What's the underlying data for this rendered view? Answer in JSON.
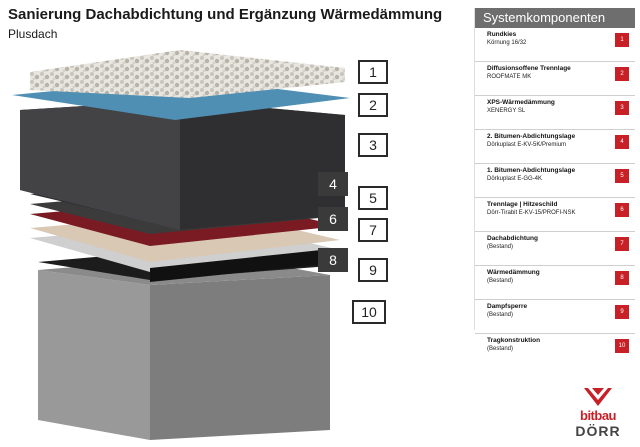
{
  "header": {
    "title": "Sanierung Dachabdichtung und Ergänzung Wärmedämmung",
    "subtitle": "Plusdach"
  },
  "callouts": [
    "1",
    "2",
    "3",
    "4",
    "5",
    "6",
    "7",
    "8",
    "9",
    "10"
  ],
  "panel": {
    "heading": "Systemkomponenten",
    "items": [
      {
        "title": "Rundkies",
        "sub": "Körnung 16/32",
        "num": "1"
      },
      {
        "title": "Diffusionsoffene Trennlage",
        "sub": "ROOFMATE MK",
        "num": "2"
      },
      {
        "title": "XPS-Wärmedämmung",
        "sub": "XENERGY SL",
        "num": "3"
      },
      {
        "title": "2. Bitumen-Abdichtungslage",
        "sub": "Dörkuplast E-KV-5K/Premium",
        "num": "4"
      },
      {
        "title": "1. Bitumen-Abdichtungslage",
        "sub": "Dörkuplast E-GG-4K",
        "num": "5"
      },
      {
        "title": "Trennlage | Hitzeschild",
        "sub": "Dörr-Tirabit E-KV-15/PROFI-NSK",
        "num": "6"
      },
      {
        "title": "Dachabdichtung",
        "sub": "(Bestand)",
        "num": "7"
      },
      {
        "title": "Wärmedämmung",
        "sub": "(Bestand)",
        "num": "8"
      },
      {
        "title": "Dampfsperre",
        "sub": "(Bestand)",
        "num": "9"
      },
      {
        "title": "Tragkonstruktion",
        "sub": "(Bestand)",
        "num": "10"
      }
    ]
  },
  "logo": {
    "line1": "bitbau",
    "line2": "DÖRR"
  },
  "colors": {
    "accent": "#c72027",
    "panel_header": "#6e6e6e"
  }
}
